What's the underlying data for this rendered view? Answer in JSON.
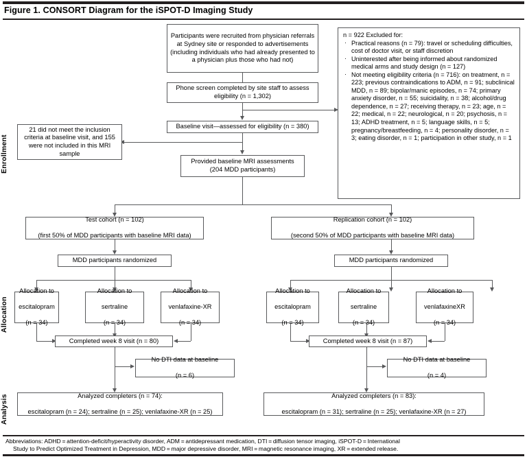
{
  "figure": {
    "title": "Figure 1. CONSORT Diagram for the iSPOT-D Imaging Study"
  },
  "stages": {
    "enrollment": "Enrollment",
    "allocation": "Allocation",
    "analysis": "Analysis"
  },
  "nodes": {
    "recruitment": "Participants were recruited from physician referrals at Sydney site or responded to advertisements (including individuals who had already presented to a physician plus those who had not)",
    "phone_screen": "Phone screen completed by site staff to assess eligibility (n =  1,302)",
    "baseline_visit": "Baseline visit—assessed for eligibility (n = 380)",
    "not_included": "21 did not meet the inclusion criteria at baseline visit, and 155 were not included in this MRI sample",
    "provided_mri": "Provided baseline MRI assessments (204 MDD participants)",
    "test_cohort_l1": "Test cohort (n = 102)",
    "test_cohort_l2": "(first 50% of MDD participants with baseline MRI data)",
    "replication_cohort_l1": "Replication cohort (n = 102)",
    "replication_cohort_l2": "(second 50% of MDD participants with baseline MRI data)",
    "randomized_left": "MDD participants randomized",
    "randomized_right": "MDD participants randomized",
    "alloc_left": [
      {
        "line1": "Allocation to",
        "line2": "escitalopram",
        "line3": "(n = 34)"
      },
      {
        "line1": "Allocation to",
        "line2": "sertraline",
        "line3": "(n = 34)"
      },
      {
        "line1": "Allocation to",
        "line2": "venlafaxine-XR",
        "line3": "(n = 34)"
      }
    ],
    "alloc_right": [
      {
        "line1": "Allocation to",
        "line2": "escitalopram",
        "line3": "(n = 34)"
      },
      {
        "line1": "Allocation to",
        "line2": "sertraline",
        "line3": "(n = 34)"
      },
      {
        "line1": "Allocation to",
        "line2": "venlafaxineXR",
        "line3": "(n = 34)"
      }
    ],
    "week8_left": "Completed week 8 visit (n = 80)",
    "week8_right": "Completed week 8 visit (n = 87)",
    "nodti_left_l1": "No DTI data at baseline",
    "nodti_left_l2": "(n = 6)",
    "nodti_right_l1": "No DTI data at baseline",
    "nodti_right_l2": "(n = 4)",
    "analyzed_left_l1": "Analyzed completers (n = 74):",
    "analyzed_left_l2": "escitalopram (n = 24); sertraline (n = 25); venlafaxine-XR (n = 25)",
    "analyzed_right_l1": "Analyzed completers (n = 83):",
    "analyzed_right_l2": "escitalopram (n = 31);  sertraline (n = 25); venlafaxine-XR (n = 27)"
  },
  "exclusions": {
    "heading": "n = 922 Excluded for:",
    "items": [
      "Practical reasons (n = 79): travel or scheduling difficulties, cost of doctor visit, or staff discretion",
      "Uninterested after being informed about randomized medical arms and study design (n = 127)",
      "Not meeting eligibility criteria  (n = 716): on treatment, n = 223; previous contraindications to ADM, n = 91; subclinical MDD, n = 89; bipolar/manic episodes, n = 74; primary anxiety disorder, n = 55; suicidality, n = 38; alcohol/drug dependence, n = 27; receiving therapy, n = 23; age, n = 22; medical, n = 22; neurological, n = 20; psychosis, n = 13; ADHD treatment, n = 5; language skills, n = 5; pregnancy/breastfeeding, n = 4; personality disorder, n = 3; eating disorder, n = 1; participation in other study, n = 1"
    ],
    "bullet": "·"
  },
  "footnote": {
    "line1": "Abbreviations: ADHD = attention-deficit/hyperactivity disorder, ADM = antidepressant medication, DTI = diffusion tensor imaging, iSPOT-D = International",
    "line2": "Study to Predict Optimized Treatment in Depression, MDD = major depressive disorder, MRI = magnetic resonance imaging, XR = extended release."
  },
  "colors": {
    "rule": "#231f20",
    "box_border": "#58595b",
    "background": "#ffffff",
    "text": "#000000"
  }
}
